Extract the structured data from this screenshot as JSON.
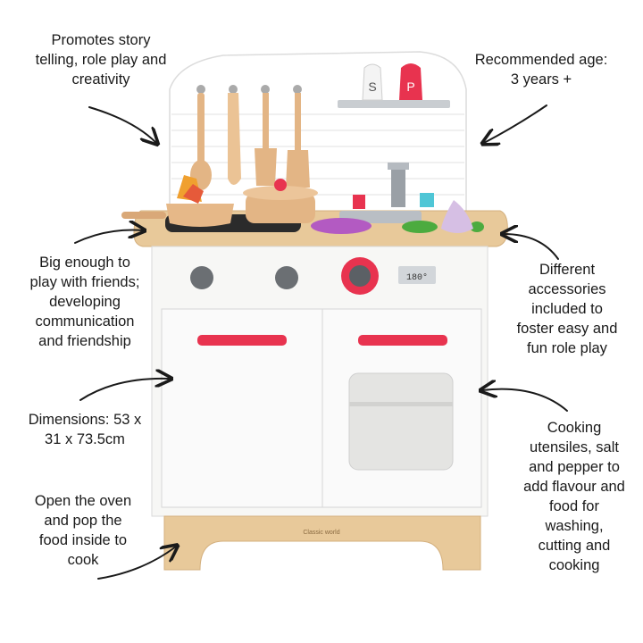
{
  "callouts": {
    "story": "Promotes story\ntelling, role play and\ncreativity",
    "age": "Recommended age:\n3 years +",
    "friends": "Big enough to\nplay with friends;\ndeveloping\ncommunication\nand friendship",
    "accessories": "Different\naccessories\nincluded to\nfoster easy and\nfun role play",
    "dimensions": "Dimensions: 53 x\n31 x 73.5cm",
    "utensils": "Cooking\nutensiles, salt\nand pepper to\nadd flavour and\nfood for\nwashing,\ncutting and\ncooking",
    "oven": "Open the oven\nand pop the\nfood inside to\ncook"
  },
  "product": {
    "display_readout": "180°",
    "salt_label": "S",
    "pepper_label": "P",
    "brand": "Classic world"
  },
  "colors": {
    "accent_red": "#e8334f",
    "wood": "#e8c99a",
    "body_white": "#f7f7f5"
  }
}
